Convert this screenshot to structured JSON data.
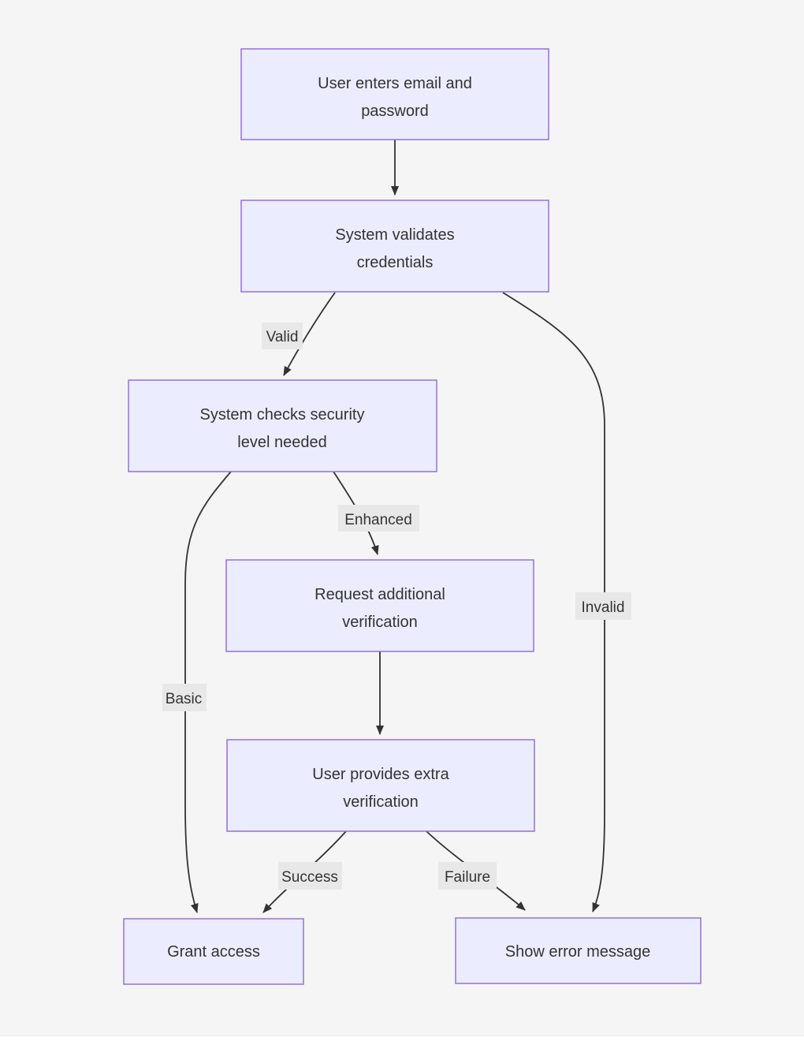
{
  "diagram_type": "flowchart",
  "colors": {
    "background": "#f5f5f5",
    "node_fill": "#ececff",
    "node_border": "#9370db",
    "edge_color": "#333333",
    "edge_label_bg": "#e8e8e8",
    "text_color": "#333333"
  },
  "nodes": {
    "enter_credentials": {
      "label": "User enters email and password",
      "lines": [
        "User enters email and",
        "password"
      ]
    },
    "validate_credentials": {
      "label": "System validates credentials",
      "lines": [
        "System validates",
        "credentials"
      ]
    },
    "check_security": {
      "label": "System checks security level needed",
      "lines": [
        "System checks security",
        "level needed"
      ]
    },
    "request_verification": {
      "label": "Request additional verification",
      "lines": [
        "Request additional",
        "verification"
      ]
    },
    "provide_verification": {
      "label": "User provides extra verification",
      "lines": [
        "User provides extra",
        "verification"
      ]
    },
    "grant_access": {
      "label": "Grant access",
      "lines": [
        "Grant access"
      ]
    },
    "show_error": {
      "label": "Show error message",
      "lines": [
        "Show error message"
      ]
    }
  },
  "edges": [
    {
      "from": "enter_credentials",
      "to": "validate_credentials",
      "label": ""
    },
    {
      "from": "validate_credentials",
      "to": "check_security",
      "label": "Valid"
    },
    {
      "from": "validate_credentials",
      "to": "show_error",
      "label": "Invalid"
    },
    {
      "from": "check_security",
      "to": "request_verification",
      "label": "Enhanced"
    },
    {
      "from": "check_security",
      "to": "grant_access",
      "label": "Basic"
    },
    {
      "from": "request_verification",
      "to": "provide_verification",
      "label": ""
    },
    {
      "from": "provide_verification",
      "to": "grant_access",
      "label": "Success"
    },
    {
      "from": "provide_verification",
      "to": "show_error",
      "label": "Failure"
    }
  ]
}
